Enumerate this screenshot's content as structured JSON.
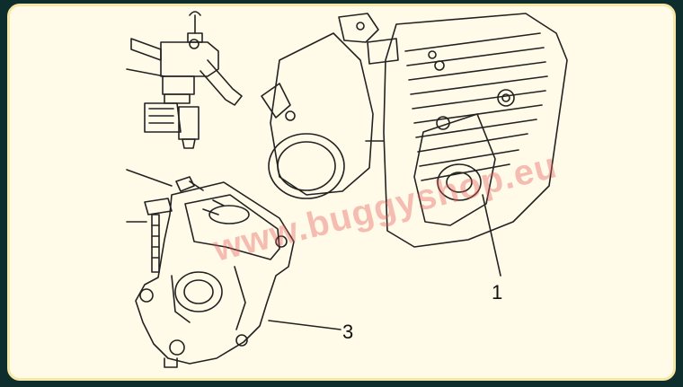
{
  "callouts": {
    "part_1": "1",
    "part_3": "3"
  },
  "watermark": {
    "text": "www.buggyshop.eu"
  },
  "colors": {
    "panel_bg": "#fffbe8",
    "panel_border": "#f5e7a6",
    "page_bg": "#0e2d2d",
    "line": "#222222",
    "watermark": "#e65a5a"
  }
}
